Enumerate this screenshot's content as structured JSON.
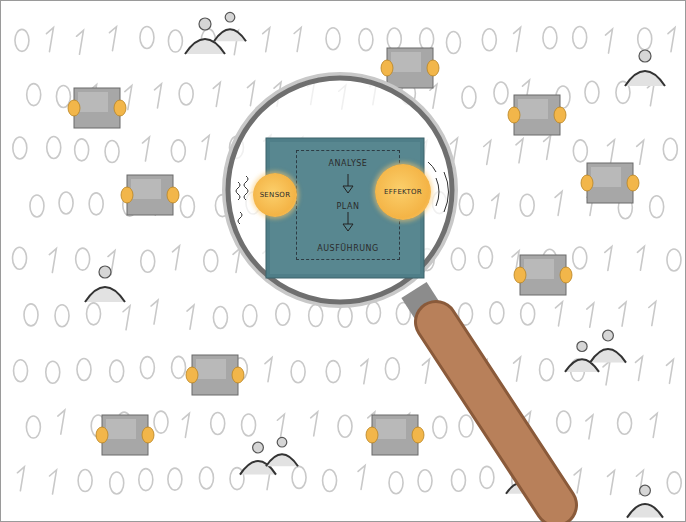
{
  "diagram": {
    "nodes": [
      {
        "text": [
          "ANALYSE",
          "PLAN",
          "AUSFÜHRUNG"
        ]
      },
      {
        "text": [
          "SENSOR"
        ]
      },
      {
        "text": [
          "EFFEKTOR"
        ]
      }
    ]
  }
}
